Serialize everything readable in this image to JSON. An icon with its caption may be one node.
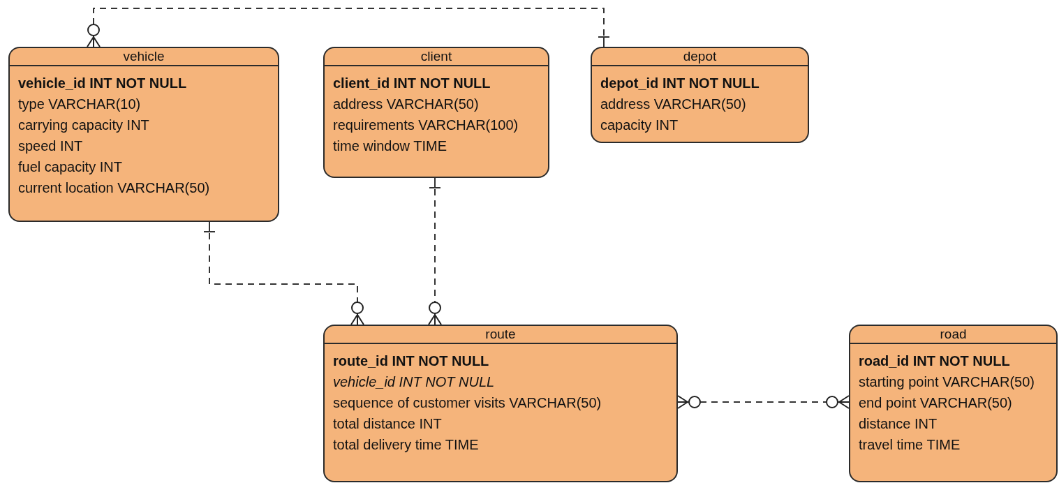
{
  "diagram": {
    "nodes": [
      {
        "text": [
          "vehicle",
          "vehicle_id INT NOT NULL",
          "type VARCHAR(10)",
          "carrying capacity INT",
          "speed INT",
          "fuel capacity INT",
          "current location VARCHAR(50)"
        ]
      },
      {
        "text": [
          "client",
          "client_id INT NOT NULL",
          "address VARCHAR(50)",
          "requirements VARCHAR(100)",
          "time window TIME"
        ]
      },
      {
        "text": [
          "depot",
          "depot_id INT NOT NULL",
          "address VARCHAR(50)",
          "capacity INT"
        ]
      },
      {
        "text": [
          "route",
          "route_id INT NOT NULL",
          "*vehicle_id INT NOT NULL*",
          "sequence of customer visits VARCHAR(50)",
          "total distance INT",
          "total delivery time TIME"
        ]
      },
      {
        "text": [
          "road",
          "road_id INT NOT NULL",
          "starting point VARCHAR(50)",
          "end point VARCHAR(50)",
          "distance INT",
          "travel time TIME"
        ]
      }
    ],
    "edges": [
      {
        "from": 2,
        "to": 0,
        "arrow": "other",
        "style": "dashed"
      },
      {
        "from": 0,
        "to": 3,
        "arrow": "other",
        "style": "dashed"
      },
      {
        "from": 1,
        "to": 3,
        "arrow": "other",
        "style": "dashed"
      },
      {
        "from": 3,
        "to": 4,
        "arrow": "other",
        "style": "dashed"
      }
    ]
  }
}
